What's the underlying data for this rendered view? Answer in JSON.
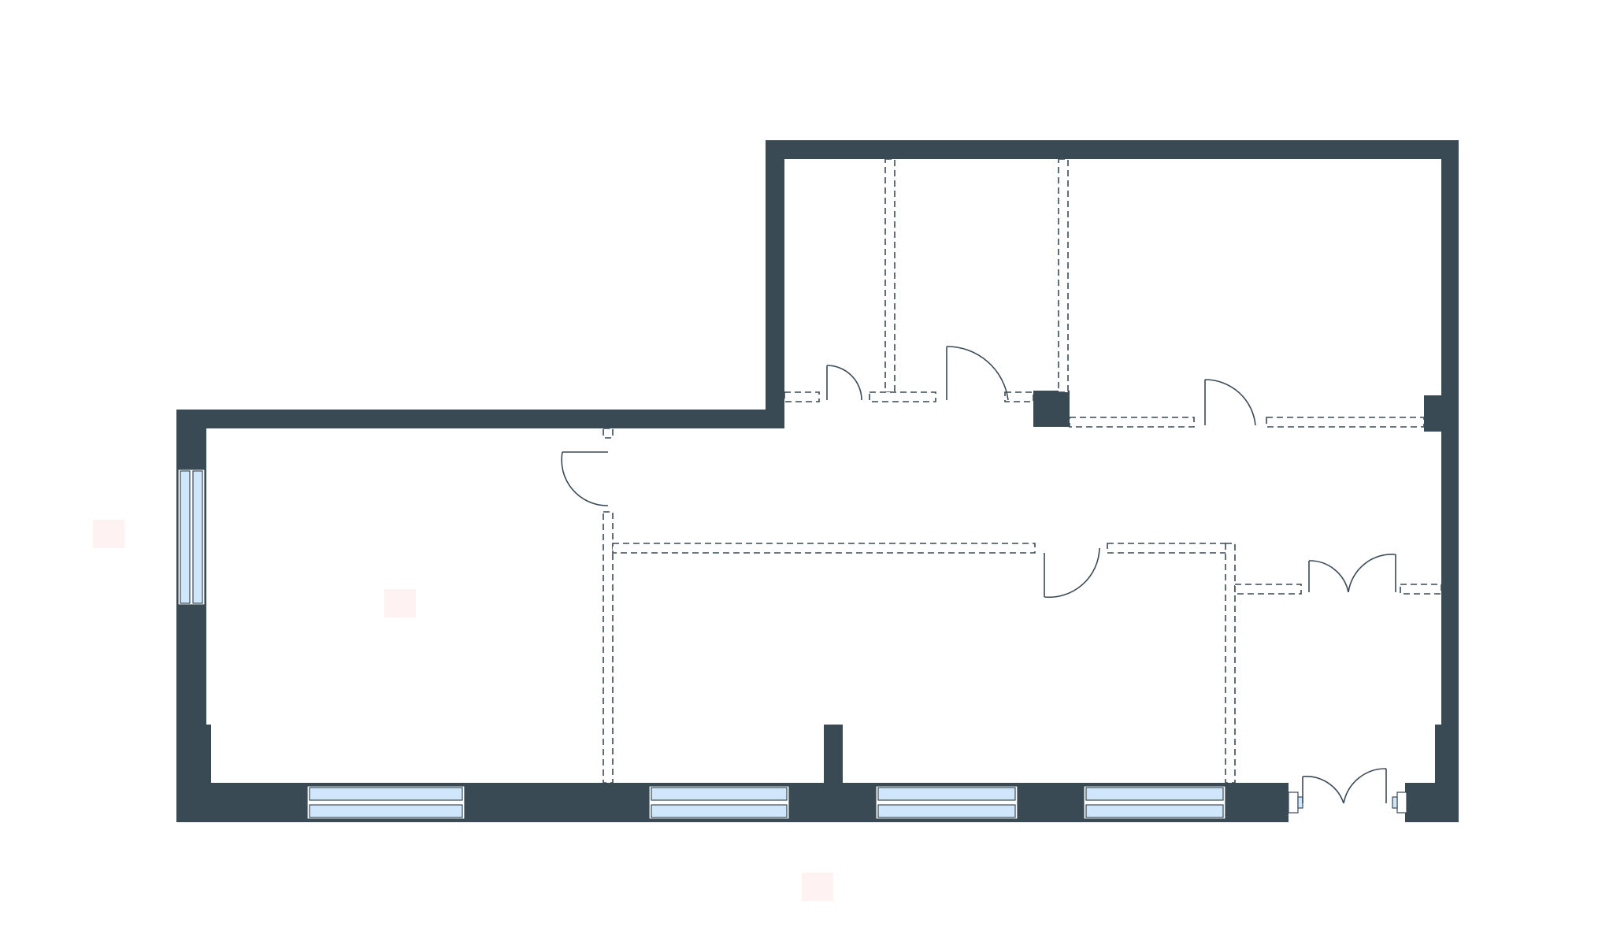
{
  "diagram": {
    "type": "floor-plan",
    "colors": {
      "wall": "#3a4a55",
      "window_glass": "#cfe6fb",
      "background": "#ffffff",
      "partition_line": "#3a4a55",
      "faint_marker": "#fff2f2"
    },
    "counts": {
      "windows": 5,
      "doors": 7,
      "dashed_partitions": 13
    },
    "text_labels": []
  }
}
